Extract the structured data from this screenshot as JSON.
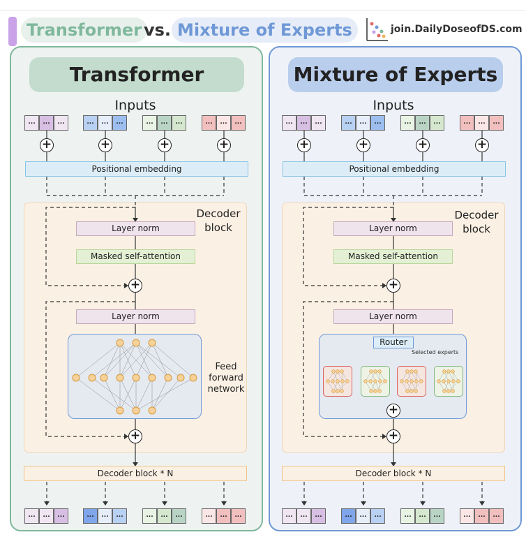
{
  "header": {
    "title_left": "Transformer",
    "title_vs": "vs.",
    "title_right": "Mixture of Experts",
    "brand": "join.DailyDoseofDS.com",
    "logo_icon": "scatter-plot-logo-icon"
  },
  "transformer": {
    "title": "Transformer",
    "inputs_label": "Inputs",
    "token": "...",
    "positional_embedding": "Positional embedding",
    "decoder_block_label": "Decoder block",
    "layer_norm_1": "Layer norm",
    "masked_attention": "Masked self-attention",
    "layer_norm_2": "Layer norm",
    "ffn_label": "Feed forward network",
    "decoder_block_n": "Decoder block * N"
  },
  "moe": {
    "title": "Mixture of Experts",
    "inputs_label": "Inputs",
    "token": "...",
    "positional_embedding": "Positional embedding",
    "decoder_block_label": "Decoder block",
    "layer_norm_1": "Layer norm",
    "masked_attention": "Masked self-attention",
    "layer_norm_2": "Layer norm",
    "router": "Router",
    "selected_experts": "Selected experts",
    "decoder_block_n": "Decoder block * N"
  },
  "colors": {
    "transformer_title": "#7fb89c",
    "moe_title": "#6f98d6",
    "transformer_panel_bg": "#eef3f1",
    "moe_panel_bg": "#eef2f8",
    "token_purple": "#e2d3ea",
    "token_blue": "#b8d0f2",
    "token_green": "#d5e8cf",
    "token_red": "#f2bfbf",
    "positional": "#dcedf7",
    "layer_norm": "#efe3ec",
    "attention": "#e3f0d3",
    "decoder_n": "#fbf0e4",
    "neuron": "#f7d19a"
  }
}
